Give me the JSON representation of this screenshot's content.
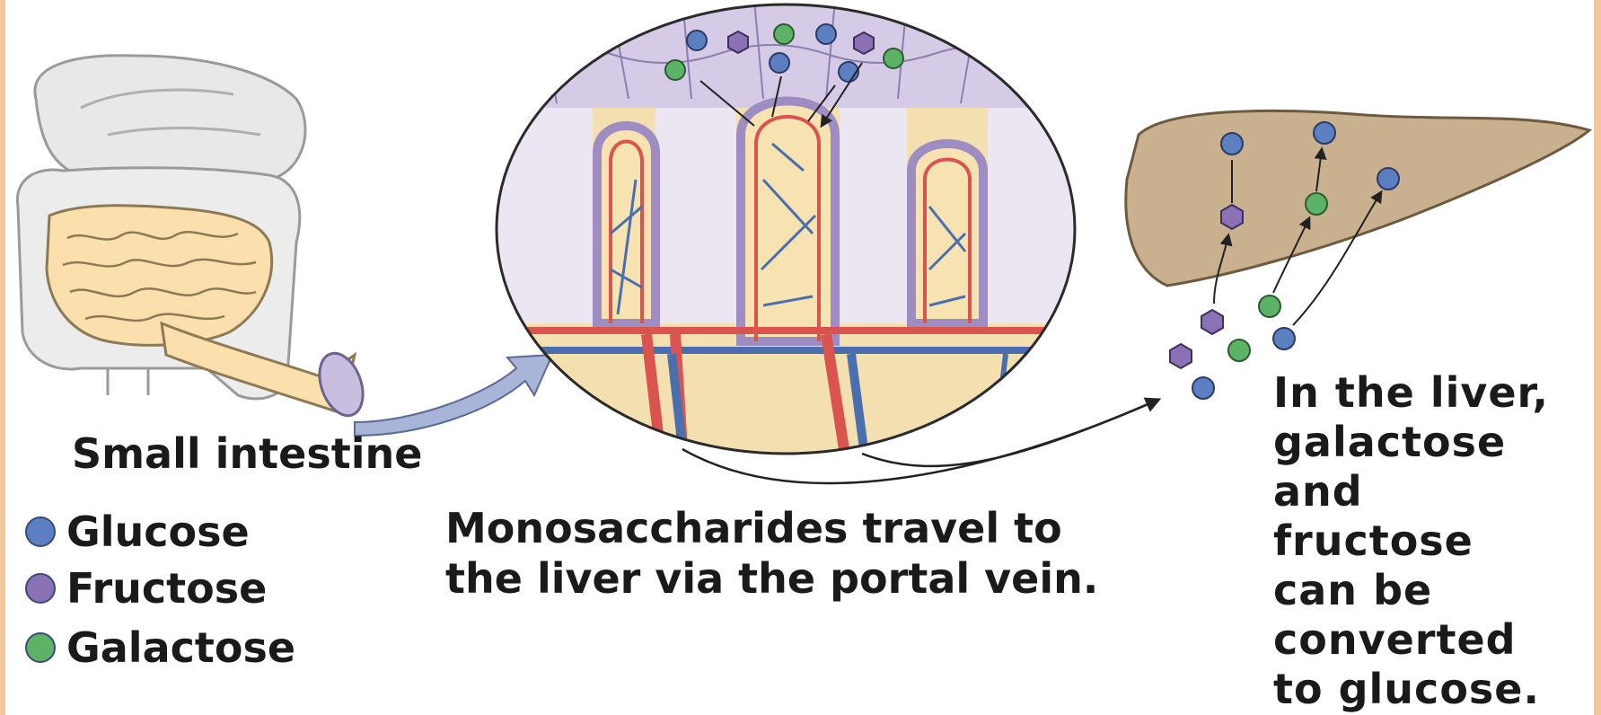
{
  "labels": {
    "small_intestine": "Small intestine",
    "travel_line1": "Monosaccharides travel to",
    "travel_line2": "the liver via the portal vein.",
    "liver_lines": [
      "In the liver,",
      "galactose",
      "and",
      "fructose",
      "can be",
      "converted",
      "to glucose."
    ]
  },
  "legend": [
    {
      "label": "Glucose",
      "color": "#5b7fc0"
    },
    {
      "label": "Fructose",
      "color": "#8a72b4"
    },
    {
      "label": "Galactose",
      "color": "#5db365"
    }
  ],
  "colors": {
    "glucose": "#5b7fc0",
    "fructose": "#8a72b4",
    "galactose": "#5db365",
    "liver": "#c9b08e",
    "villus_tissue": "#f7e2b2",
    "epithelium": "#b9a9d6",
    "artery": "#d9534f",
    "vein": "#4a6fae",
    "border": "#f4c79a"
  }
}
